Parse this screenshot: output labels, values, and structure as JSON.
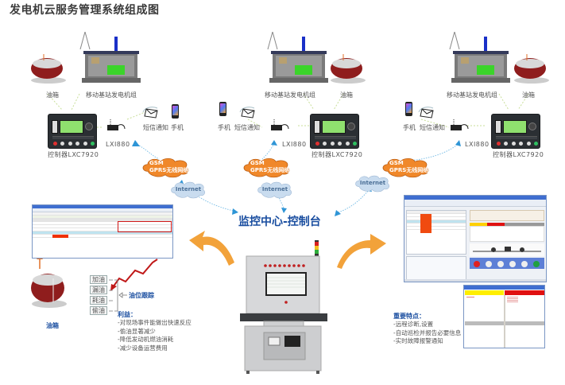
{
  "title": "发电机云服务管理系统组成图",
  "sites": [
    {
      "tank_label": "油箱",
      "genset_label": "移动基站发电机组",
      "controller_label": "控制器LXC7920",
      "modem_label": "LXI880",
      "sms_label": "短信通知",
      "phone_label": "手机"
    },
    {
      "tank_label": "油箱",
      "genset_label": "移动基站发电机组",
      "controller_label": "控制器LXC7920",
      "modem_label": "LXI880",
      "sms_label": "短信通知",
      "phone_label": "手机"
    },
    {
      "tank_label": "油箱",
      "genset_label": "移动基站发电机组",
      "controller_label": "控制器LXC7920",
      "modem_label": "LXI880",
      "sms_label": "短信通知",
      "phone_label": "手机"
    }
  ],
  "networks": {
    "gsm_line1": "GSM",
    "gsm_line2": "GPRS无线网络",
    "internet": "Internet"
  },
  "center": {
    "title": "监控中心-控制台"
  },
  "fuel": {
    "tank_label": "油箱",
    "events": [
      "加油",
      "漏油",
      "耗油",
      "偷油"
    ],
    "tracking_label": "油位跟踪"
  },
  "benefits": {
    "heading": "利益：",
    "items": [
      "-对现场事件能做出快速反应",
      "-偷油显著减少",
      "-降低发动机燃油消耗",
      "-减少设备运营费用"
    ]
  },
  "features": {
    "heading": "重要特点：",
    "items": [
      "-远程诊断,设置",
      "-自动巡检并报告必要信息",
      "-实时故障报警通知"
    ]
  },
  "colors": {
    "accent_blue": "#1a4ea0",
    "gsm_cloud": "#f0882a",
    "internet_cloud": "#c9dcef",
    "arrow_orange": "#f2a23a",
    "alert_red": "#d01818",
    "warn_yellow": "#ffee00"
  }
}
